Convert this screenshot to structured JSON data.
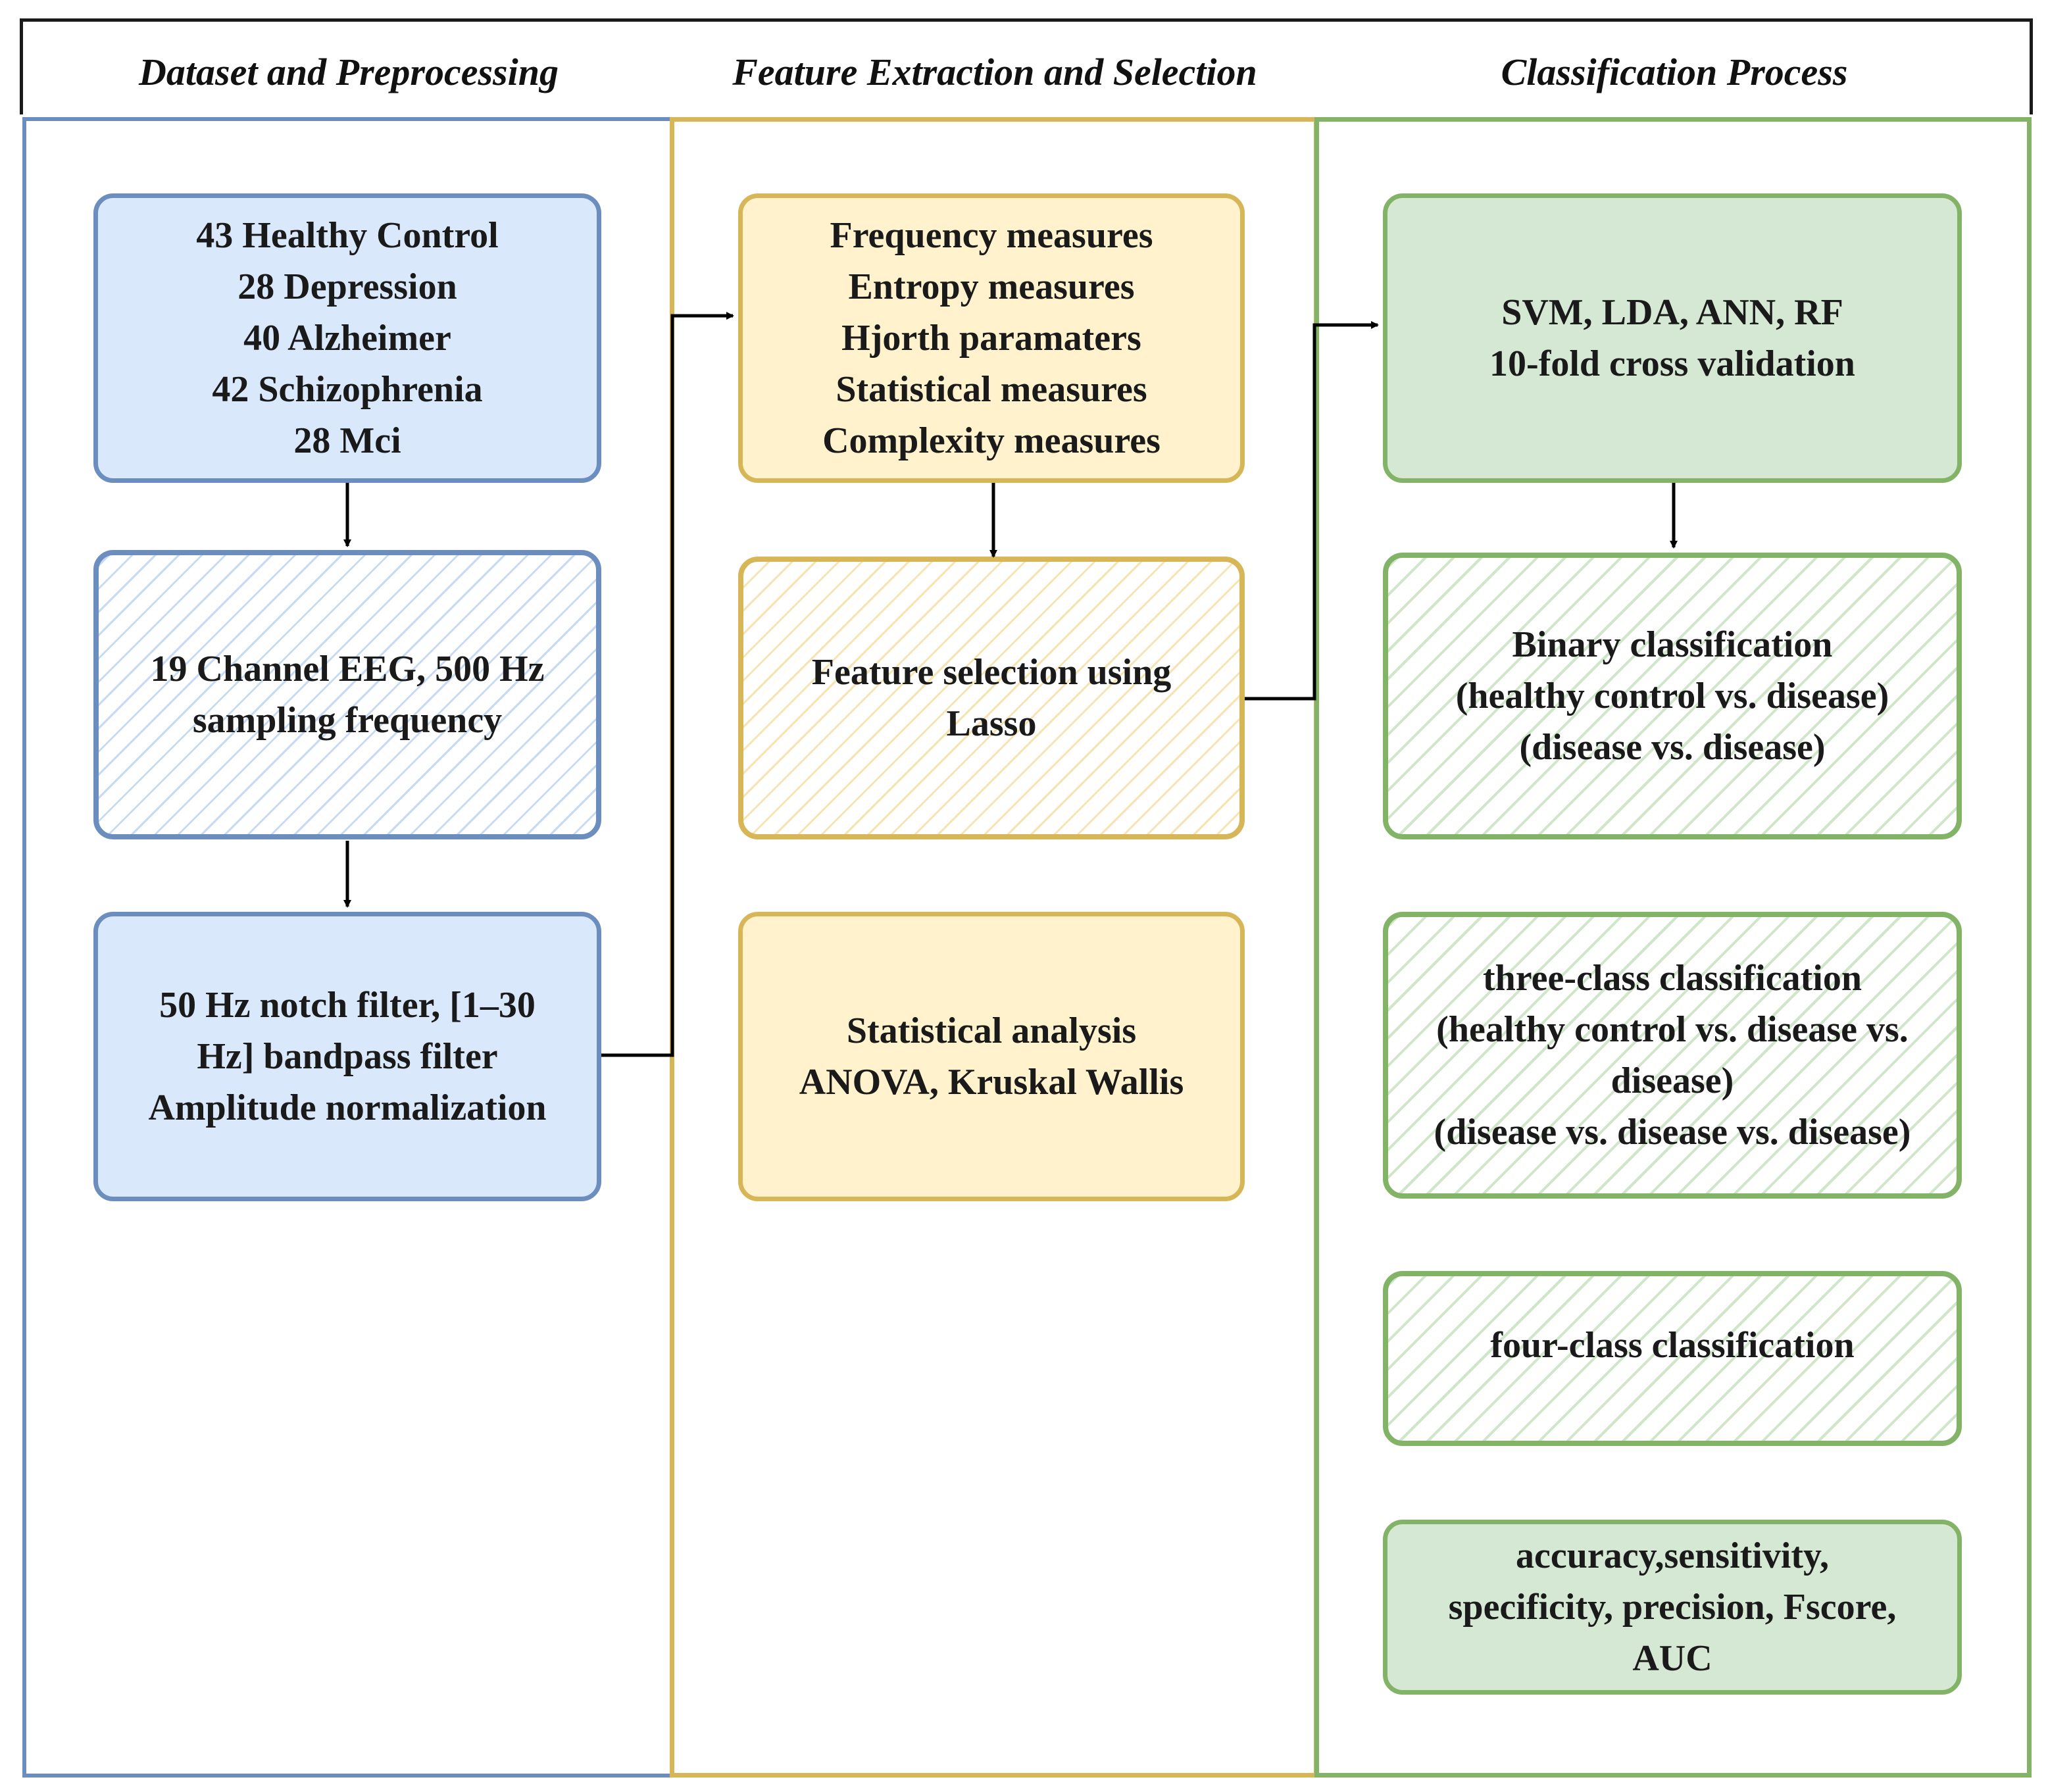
{
  "headers": {
    "col1": "Dataset and Preprocessing",
    "col2": "Feature Extraction and Selection",
    "col3": "Classification Process"
  },
  "dataset_box": {
    "lines": [
      "43 Healthy Control",
      "28 Depression",
      "40 Alzheimer",
      "42 Schizophrenia",
      "28 Mci"
    ]
  },
  "eeg_box": {
    "lines": [
      "19 Channel EEG, 500 Hz",
      "sampling frequency"
    ]
  },
  "filter_box": {
    "lines": [
      "50 Hz notch filter, [1–30",
      "Hz] bandpass filter",
      "Amplitude normalization"
    ]
  },
  "features_box": {
    "lines": [
      "Frequency measures",
      "Entropy measures",
      "Hjorth paramaters",
      "Statistical measures",
      "Complexity measures"
    ]
  },
  "lasso_box": {
    "lines": [
      "Feature selection using",
      "Lasso"
    ]
  },
  "stats_box": {
    "lines": [
      "Statistical analysis",
      "ANOVA, Kruskal Wallis"
    ]
  },
  "classifiers_box": {
    "lines": [
      "SVM, LDA, ANN, RF",
      "10-fold cross validation"
    ]
  },
  "binary_box": {
    "lines": [
      "Binary classification",
      "(healthy control vs. disease)",
      "(disease vs. disease)"
    ]
  },
  "three_class_box": {
    "lines": [
      "three-class classification",
      "(healthy control vs. disease vs.",
      "disease)",
      "(disease vs. disease vs. disease)"
    ]
  },
  "four_class_box": {
    "lines": [
      "four-class classification"
    ]
  },
  "metrics_box": {
    "lines": [
      "accuracy,sensitivity,",
      "specificity, precision, Fscore,",
      "AUC"
    ]
  },
  "colors": {
    "blue_border": "#6c8ebf",
    "blue_fill": "#dae8fc",
    "yellow_border": "#d6b656",
    "yellow_fill": "#fff2cc",
    "green_border": "#82b366",
    "green_fill": "#d5e8d4"
  }
}
